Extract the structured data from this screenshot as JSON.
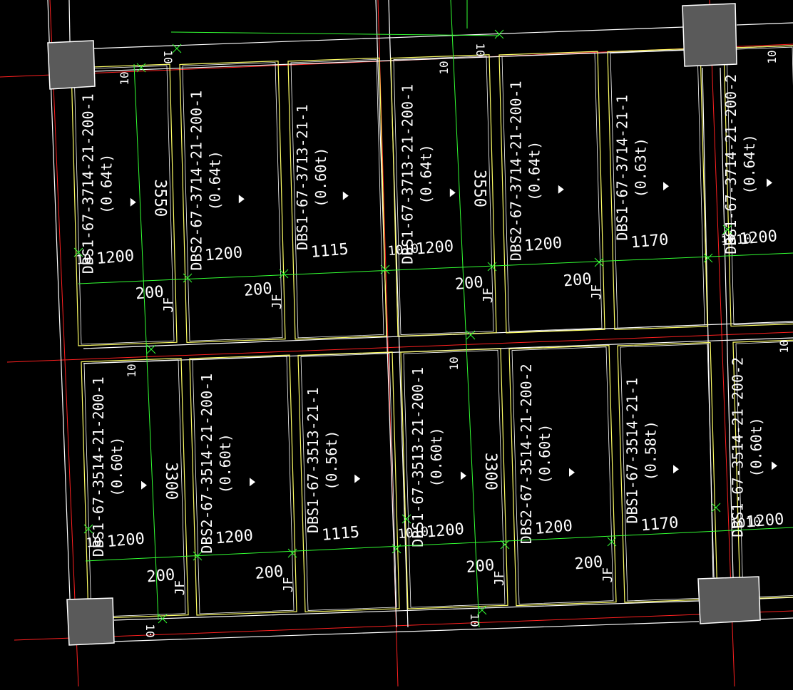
{
  "colors": {
    "background": "#000000",
    "axis": "#ff2020",
    "beam": "#ffffff",
    "slab": "#ffff66",
    "dimension": "#33ff33",
    "column": "#5a5a5a",
    "text": "#ffffff"
  },
  "panels": [
    {
      "id": "r1c1",
      "label": "DBS1-67-3714-21-200-1",
      "weight": "(0.64t)",
      "width": "1200",
      "gap": "10",
      "thick": "200",
      "dim": "3550",
      "jf": "JF"
    },
    {
      "id": "r1c2",
      "label": "DBS2-67-3714-21-200-1",
      "weight": "(0.64t)",
      "width": "1200",
      "thick": "200",
      "jf": "JF"
    },
    {
      "id": "r1c3",
      "label": "DBS1-67-3713-21-1",
      "weight": "(0.60t)",
      "width": "1115"
    },
    {
      "id": "r1c4",
      "label": "DBS1-67-3713-21-200-1",
      "weight": "(0.64t)",
      "width": "1200",
      "gap": "1010",
      "thick": "200",
      "dim": "3550",
      "jf": "JF"
    },
    {
      "id": "r1c5",
      "label": "DBS2-67-3714-21-200-1",
      "weight": "(0.64t)",
      "width": "1200",
      "thick": "200",
      "jf": "JF"
    },
    {
      "id": "r1c6",
      "label": "DBS1-67-3714-21-1",
      "weight": "(0.63t)",
      "width": "1170"
    },
    {
      "id": "r1c7",
      "label": "DBS1-67-3714-21-200-2",
      "weight": "(0.64t)",
      "width": "1200",
      "gap": "1010"
    },
    {
      "id": "r2c1",
      "label": "DBS1-67-3514-21-200-1",
      "weight": "(0.60t)",
      "width": "1200",
      "gap": "10",
      "thick": "200",
      "dim": "3300",
      "jf": "JF"
    },
    {
      "id": "r2c2",
      "label": "DBS2-67-3514-21-200-1",
      "weight": "(0.60t)",
      "width": "1200",
      "thick": "200",
      "jf": "JF"
    },
    {
      "id": "r2c3",
      "label": "DBS1-67-3513-21-1",
      "weight": "(0.56t)",
      "width": "1115"
    },
    {
      "id": "r2c4",
      "label": "DBS1-67-3513-21-200-1",
      "weight": "(0.60t)",
      "width": "1200",
      "gap": "1010",
      "thick": "200",
      "dim": "3300",
      "jf": "JF"
    },
    {
      "id": "r2c5",
      "label": "DBS2-67-3514-21-200-2",
      "weight": "(0.60t)",
      "width": "1200",
      "thick": "200",
      "jf": "JF"
    },
    {
      "id": "r2c6",
      "label": "DBS1-67-3514-21-1",
      "weight": "(0.58t)",
      "width": "1170"
    },
    {
      "id": "r2c7",
      "label": "DBS1-67-3514-21-200-2",
      "weight": "(0.60t)",
      "width": "1200",
      "gap": "1010"
    }
  ],
  "beam_marks": [
    "10",
    "10",
    "10",
    "10",
    "10",
    "10",
    "10",
    "10",
    "10",
    "10",
    "10"
  ]
}
